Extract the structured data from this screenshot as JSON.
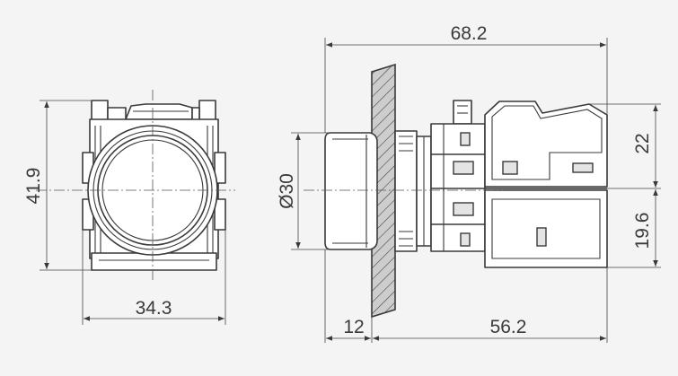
{
  "dimensions": {
    "overall_depth": "68.2",
    "height_front": "41.9",
    "width_front": "34.3",
    "diameter": "Ø30",
    "bezel_depth": "12",
    "body_depth": "56.2",
    "upper_block": "22",
    "lower_block": "19.6"
  }
}
